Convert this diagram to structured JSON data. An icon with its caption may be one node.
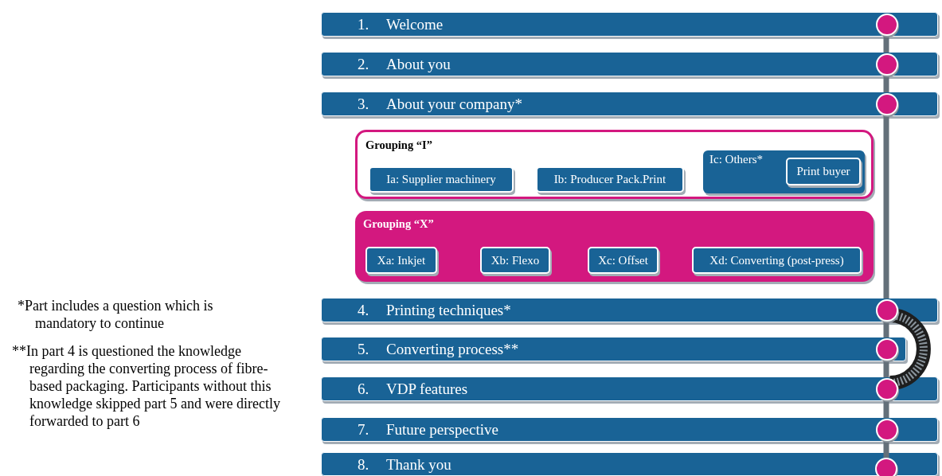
{
  "diagram": {
    "nodes": [
      {
        "text": [
          "1.",
          "Welcome"
        ]
      },
      {
        "text": [
          "2.",
          "About you"
        ]
      },
      {
        "text": [
          "3.",
          "About your company*"
        ]
      },
      {
        "text": [
          "Grouping “I”"
        ]
      },
      {
        "text": [
          "Ia: Supplier machinery"
        ],
        "in": 3
      },
      {
        "text": [
          "Ib: Producer Pack.Print"
        ],
        "in": 3
      },
      {
        "text": [
          "Ic: Others*"
        ],
        "in": 3
      },
      {
        "text": [
          "Print buyer"
        ],
        "in": 6
      },
      {
        "text": [
          "Grouping “X”"
        ]
      },
      {
        "text": [
          "Xa: Inkjet"
        ],
        "in": 8
      },
      {
        "text": [
          "Xb: Flexo"
        ],
        "in": 8
      },
      {
        "text": [
          "Xc: Offset"
        ],
        "in": 8
      },
      {
        "text": [
          "Xd: Converting (post-press)"
        ],
        "in": 8
      },
      {
        "text": [
          "4.",
          "Printing techniques*"
        ]
      },
      {
        "text": [
          "5.",
          "Converting process**"
        ]
      },
      {
        "text": [
          "6.",
          "VDP features"
        ]
      },
      {
        "text": [
          "7.",
          "Future perspective"
        ]
      },
      {
        "text": [
          "8.",
          "Thank you"
        ]
      },
      {
        "text": [],
        "shape": "circle",
        "in": 0
      },
      {
        "text": [],
        "shape": "circle",
        "in": 1
      },
      {
        "text": [],
        "shape": "circle",
        "in": 2
      },
      {
        "text": [],
        "shape": "circle",
        "in": 13
      },
      {
        "text": [],
        "shape": "circle",
        "in": 14
      },
      {
        "text": [],
        "shape": "circle",
        "in": 15
      },
      {
        "text": [],
        "shape": "circle",
        "in": 16
      },
      {
        "text": [],
        "shape": "circle"
      }
    ],
    "edges": [
      {
        "from": 18,
        "to": 19,
        "arrow": "none"
      },
      {
        "from": 19,
        "to": 20,
        "arrow": "none"
      },
      {
        "from": 20,
        "to": 21,
        "arrow": "none"
      },
      {
        "from": 21,
        "to": 22,
        "arrow": "none"
      },
      {
        "from": 22,
        "to": 23,
        "arrow": "none"
      },
      {
        "from": 23,
        "to": 24,
        "arrow": "none"
      },
      {
        "from": 24,
        "to": 25,
        "arrow": "none"
      },
      {
        "from": 21,
        "to": 23,
        "arrow": "none",
        "style": "thick",
        "color": "#1e1e1e"
      }
    ],
    "labels": [
      "*Part includes a question which is mandatory to continue",
      "**In part 4 is questioned the knowledge regarding the converting process of fibre-based packaging. Participants without this knowledge skipped part 5 and were directly forwarded to part 6"
    ]
  }
}
